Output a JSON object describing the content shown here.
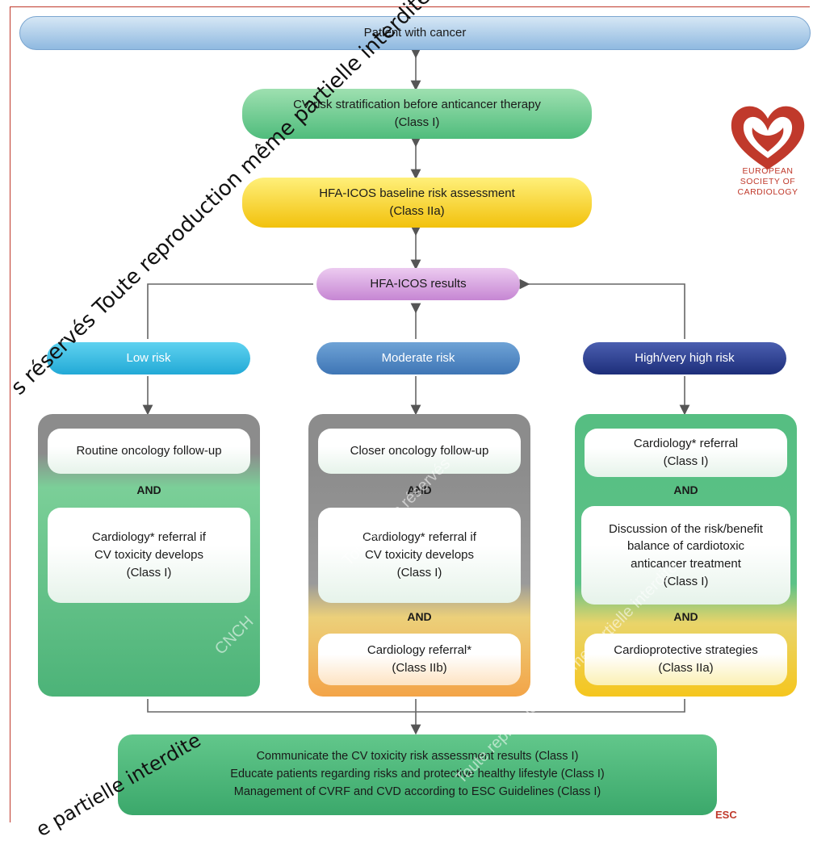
{
  "top": {
    "label": "Patient with cancer"
  },
  "step1": {
    "line1": "CV risk stratification before anticancer therapy",
    "line2": "(Class I)"
  },
  "step2": {
    "line1": "HFA-ICOS baseline risk assessment",
    "line2": "(Class IIa)"
  },
  "results": {
    "label": "HFA-ICOS results"
  },
  "risks": {
    "low": "Low risk",
    "moderate": "Moderate risk",
    "high": "High/very high risk"
  },
  "low_panel": {
    "box1": "Routine oncology follow-up",
    "and1": "AND",
    "box2_l1": "Cardiology* referral if",
    "box2_l2": "CV toxicity develops",
    "box2_l3": "(Class I)"
  },
  "mod_panel": {
    "box1": "Closer oncology follow-up",
    "and1": "AND",
    "box2_l1": "Cardiology* referral if",
    "box2_l2": "CV toxicity develops",
    "box2_l3": "(Class I)",
    "and2": "AND",
    "box3_l1": "Cardiology referral*",
    "box3_l2": "(Class IIb)"
  },
  "high_panel": {
    "box1_l1": "Cardiology* referral",
    "box1_l2": "(Class I)",
    "and1": "AND",
    "box2_l1": "Discussion of the risk/benefit",
    "box2_l2": "balance of cardiotoxic",
    "box2_l3": "anticancer treatment",
    "box2_l4": "(Class I)",
    "and2": "AND",
    "box3_l1": "Cardioprotective strategies",
    "box3_l2": "(Class IIa)"
  },
  "bottom": {
    "line1": "Communicate the CV toxicity risk assessment results (Class I)",
    "line2": "Educate patients regarding risks and protective healthy lifestyle (Class I)",
    "line3": "Management of CVRF and CVD according to ESC Guidelines (Class I)"
  },
  "logo": {
    "line1": "EUROPEAN",
    "line2": "SOCIETY OF",
    "line3": "CARDIOLOGY",
    "mini": "ESC"
  },
  "watermarks": {
    "main": "s réservés Toute reproduction même partielle interdite",
    "lower": "e partielle interdite",
    "faint1": "CNCH",
    "faint2": "Tous droits réservés",
    "faint3": "Toute reproduction même partielle interdite"
  },
  "colors": {
    "accent_red": "#c0392b",
    "green": "#4fbc7c",
    "yellow": "#f2c10c",
    "purple": "#c686d3",
    "navy": "#1d2e7a"
  }
}
